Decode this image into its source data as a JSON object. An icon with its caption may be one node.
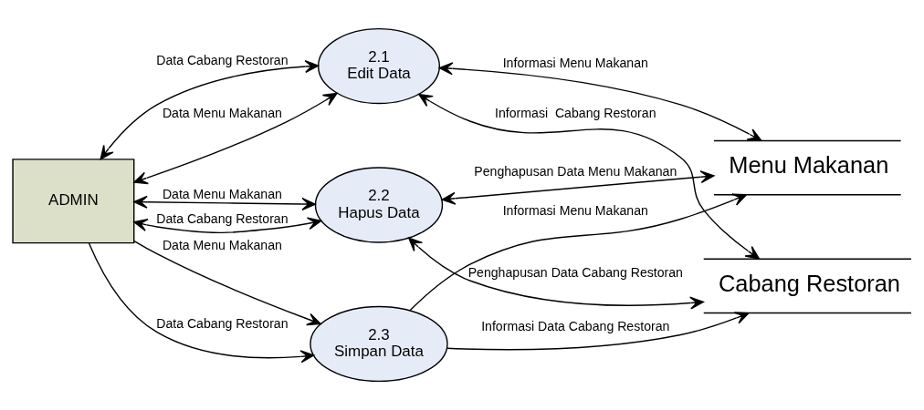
{
  "diagram": {
    "nodes": [
      {
        "text": [
          "ADMIN"
        ]
      },
      {
        "text": [
          "2.1",
          "Edit Data"
        ]
      },
      {
        "text": [
          "2.2",
          "Hapus Data"
        ]
      },
      {
        "text": [
          "2.3",
          "Simpan Data"
        ]
      },
      {
        "text": [
          "Menu Makanan"
        ]
      },
      {
        "text": [
          "Cabang Restoran"
        ]
      }
    ],
    "edges": [
      {
        "from": 0,
        "to": 1,
        "arrow": "both",
        "label": "Data Cabang Restoran"
      },
      {
        "from": 5,
        "to": 1,
        "arrow": "both",
        "label": "Informasi  Cabang Restoran"
      },
      {
        "from": 0,
        "to": 1,
        "arrow": "both",
        "label": "Data Menu Makanan"
      },
      {
        "from": 4,
        "to": 1,
        "arrow": "both",
        "label": "Informasi Menu Makanan"
      },
      {
        "from": 0,
        "to": 2,
        "arrow": "both",
        "label": "Data Menu Makanan"
      },
      {
        "from": 0,
        "to": 2,
        "arrow": "both",
        "label": "Data Cabang Restoran"
      },
      {
        "from": 2,
        "to": 4,
        "arrow": "both",
        "label": "Penghapusan Data Menu Makanan"
      },
      {
        "from": 2,
        "to": 5,
        "arrow": "both",
        "label": "Penghapusan Data Cabang Restoran"
      },
      {
        "from": 0,
        "to": 3,
        "arrow": "to",
        "label": "Data Menu Makanan"
      },
      {
        "from": 3,
        "to": 4,
        "arrow": "to",
        "label": "Informasi Menu Makanan"
      },
      {
        "from": 0,
        "to": 3,
        "arrow": "to",
        "label": "Data Cabang Restoran"
      },
      {
        "from": 3,
        "to": 5,
        "arrow": "to",
        "label": "Informasi Data Cabang Restoran"
      }
    ]
  }
}
